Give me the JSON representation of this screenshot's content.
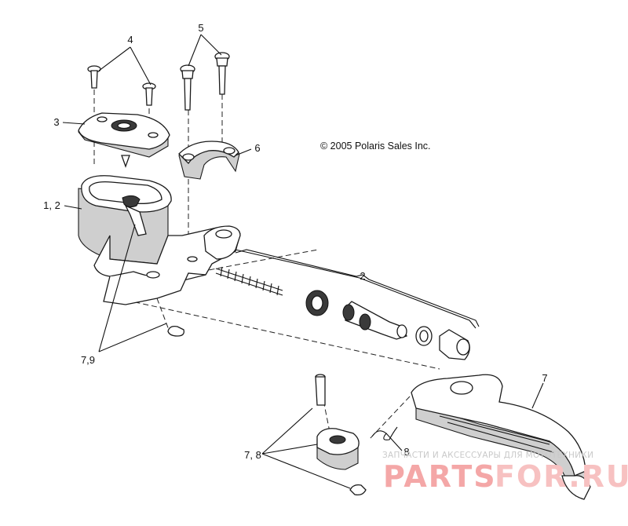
{
  "diagram": {
    "copyright": "© 2005 Polaris Sales Inc.",
    "labels": {
      "l4": "4",
      "l5": "5",
      "l3": "3",
      "l6": "6",
      "l12": "1, 2",
      "l2": "2",
      "l79": "7,9",
      "l7": "7",
      "l78": "7, 8",
      "l8": "8"
    },
    "watermark": {
      "tagline": "ЗАПЧАСТИ И АКСЕССУАРЫ ДЛЯ МОТОТЕХНИКИ",
      "brand_part1": "PARTS",
      "brand_part2": "FOR.RU"
    }
  }
}
